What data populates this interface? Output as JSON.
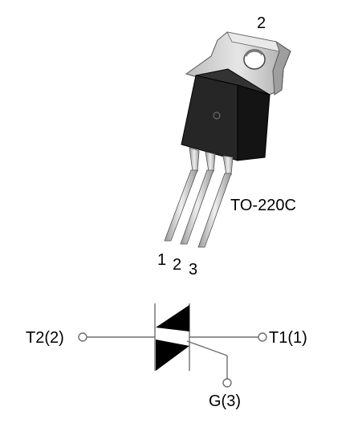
{
  "package": {
    "name": "TO-220C",
    "tab_pin": "2",
    "pins": [
      "1",
      "2",
      "3"
    ]
  },
  "schematic": {
    "terminal_left": "T2(2)",
    "terminal_right": "T1(1)",
    "gate": "G(3)"
  },
  "colors": {
    "body": "#1b1b1b",
    "tab": "#d4d4d4",
    "lead": "#cfcfcf",
    "line": "#6e6e6e"
  }
}
